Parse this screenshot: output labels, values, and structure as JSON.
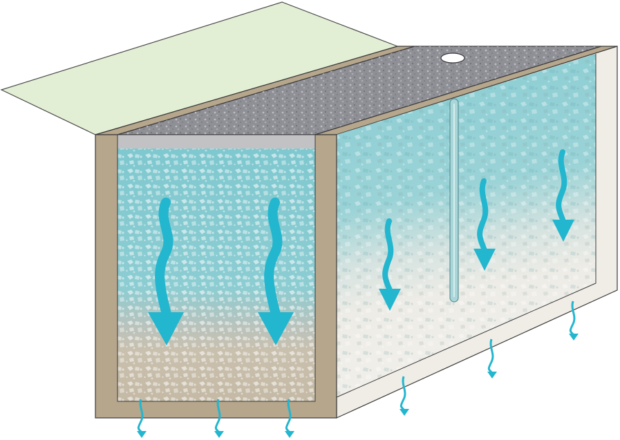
{
  "diagram": {
    "kind": "infiltration-trench-cross-section",
    "labels": [],
    "colors": {
      "ground_surface": "#e3efd4",
      "trench_wall": "#b5a68c",
      "gravel_cap": "#8f8f96",
      "filter_strip": "#c2c2c4",
      "water": "#7fc8cf",
      "stone_fill": "#c9c0ae",
      "front_face_light": "#efece5",
      "flow_arrow": "#22b6cf",
      "outline": "#3a3a3a"
    },
    "icons": {
      "front_arrows": "wavy-down-arrow-icon",
      "seepage": "small-wavy-down-arrow-icon",
      "observation_well": "observation-well-icon",
      "access_port": "manhole-icon"
    },
    "counts": {
      "front_flow_arrows": 2,
      "side_flow_arrows": 3,
      "bottom_seepage_arrows": 3,
      "side_seepage_arrows": 3
    }
  }
}
